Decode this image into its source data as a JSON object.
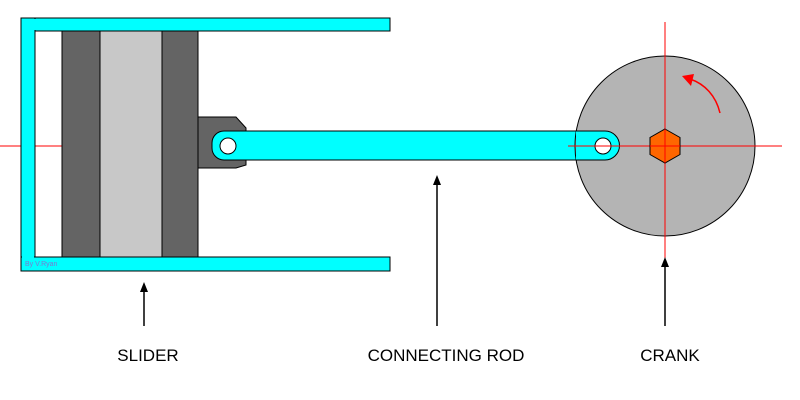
{
  "labels": {
    "slider": "SLIDER",
    "connecting_rod": "CONNECTING ROD",
    "crank": "CRANK"
  },
  "credit": "By V.Ryan",
  "colors": {
    "frame": "#00ffff",
    "piston_outer": "#646464",
    "piston_inner": "#c8c8c8",
    "crank_disc": "#b4b4b4",
    "center_lines": "#ff0000",
    "rotation_arrow": "#ff0000",
    "bolt": "#ff6600"
  },
  "icons": {
    "rotation": "curved-arrow-icon",
    "bolt": "hex-nut-icon"
  }
}
